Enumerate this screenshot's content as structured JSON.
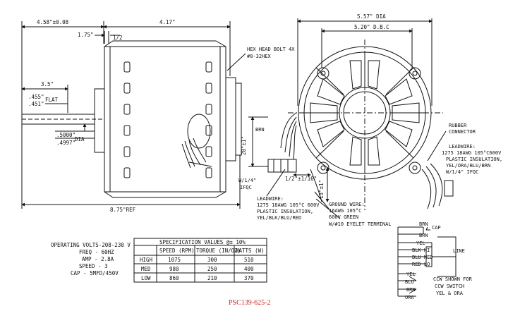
{
  "dimensions": {
    "d458": "4.58\"±0.08",
    "d417": "4.17\"",
    "d175": "1.75\"",
    "d12": "1/2",
    "d35": "3.5\"",
    "d455": ".455\"",
    "d451": ".451\"",
    "flat": "FLAT",
    "d5000": ".5000\"",
    "d4997": ".4997\"",
    "dia": "DIA",
    "d875": "8.75\"REF",
    "d557": "5.57\" DIA",
    "d520": "5.20\" D.B.C",
    "d28": "28\"±1\"",
    "d1216": "1/2\"±1/16\"",
    "d13": "13\"±1\""
  },
  "labels": {
    "hexhead1": "HEX HEAD BOLT 4X",
    "hexhead2": "#8-32HEX",
    "brn": "BRN",
    "w14a": "W/1/4\"",
    "w14b": "IFQC",
    "lead1": "LEADWIRE:",
    "lead2": "1275 18AWG 105°C 600V",
    "lead3": "PLASTIC INSULATION,",
    "lead4": "YEL/BLK/BLU/RED",
    "gnd1": "GROUND WIRE:",
    "gnd2": "16AWG 105°C",
    "gnd3": "600V GREEN",
    "gnd4": "W/#10 EYELET TERMINAL",
    "rub1": "RUBBER",
    "rub2": "CONNECTOR",
    "rlead1": "LEADWIRE:",
    "rlead2": "1275 18AWG 105°C600V",
    "rlead3": "PLASTIC INSULATION,",
    "rlead4": "YEL/ORA/BLU/BRN",
    "rlead5": "W/1/4\" IFQC"
  },
  "ratings": {
    "volts": "OPERATING VOLTS-208-230 V",
    "freq": "FREQ - 60HZ",
    "amp": "AMP - 2.8A",
    "speed": "SPEED - 3",
    "cap": "CAP - 5MFD/450V"
  },
  "spec_table": {
    "title": "SPECIFICATION VALUES @± 10%",
    "headers": [
      "SPEED (RPM)",
      "TORQUE (IN/OZ)",
      "WATTS (W)"
    ],
    "rows": [
      {
        "name": "HIGH",
        "rpm": "1075",
        "torque": "300",
        "watts": "510"
      },
      {
        "name": "MED",
        "rpm": "980",
        "torque": "250",
        "watts": "400"
      },
      {
        "name": "LOW",
        "rpm": "860",
        "torque": "210",
        "watts": "370"
      }
    ]
  },
  "wiring": {
    "brn1": "BRN",
    "cap": "CAP",
    "brn2": "BRN",
    "yel": "YEL",
    "blkhi": "BLK HI",
    "blumed": "BLU MED",
    "redlo": "RED LO",
    "line": "LINE",
    "yel2": "YEL",
    "blu": "BLU",
    "brn3": "BRN",
    "ora": "ORA",
    "ccw1": "CCW SHOWN FOR",
    "ccw2": "CCW SWITCH",
    "ccw3": "YEL & ORA"
  },
  "part_number": "PSC139-625-2",
  "colors": {
    "part_number": "#cc2222",
    "line": "#111111"
  }
}
